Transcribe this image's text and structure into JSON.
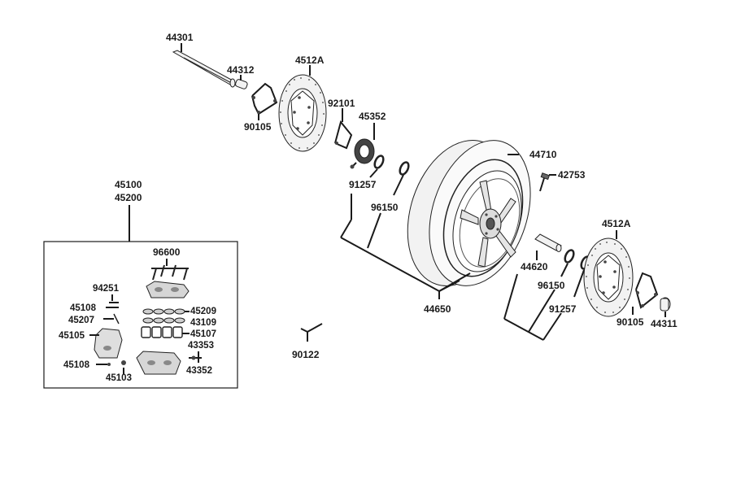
{
  "labels": {
    "p44301": "44301",
    "p44312": "44312",
    "p4512A_top": "4512A",
    "p90105_top": "90105",
    "p92101": "92101",
    "p45352": "45352",
    "p44710": "44710",
    "p42753": "42753",
    "p91257_left": "91257",
    "p96150_left": "96150",
    "p45100": "45100",
    "p45200": "45200",
    "p96600": "96600",
    "p94251": "94251",
    "p45108_a": "45108",
    "p45207": "45207",
    "p45105": "45105",
    "p45108_b": "45108",
    "p45103": "45103",
    "p45209": "45209",
    "p43109": "43109",
    "p45107": "45107",
    "p43353": "43353",
    "p43352": "43352",
    "p90122": "90122",
    "p44650": "44650",
    "p44620": "44620",
    "p96150_right": "96150",
    "p91257_right": "91257",
    "p4512A_right": "4512A",
    "p90105_right": "90105",
    "p44311": "44311"
  }
}
